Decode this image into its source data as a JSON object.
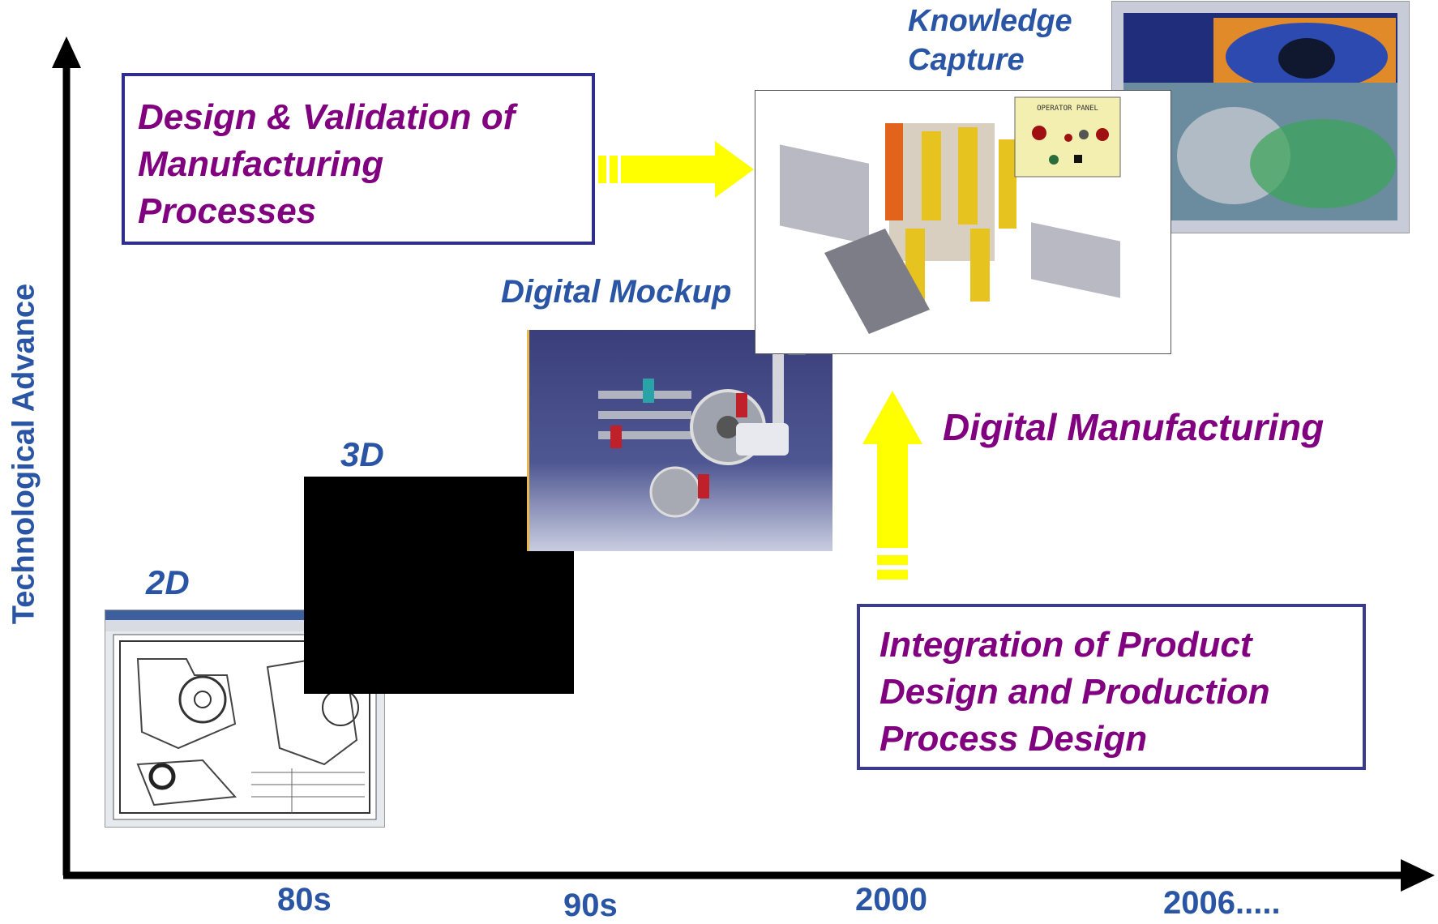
{
  "axes": {
    "y_label": "Technological  Advance",
    "x_ticks": [
      "80s",
      "90s",
      "2000",
      "2006....."
    ]
  },
  "stages": {
    "two_d": "2D",
    "three_d": "3D",
    "digital_mockup": "Digital Mockup",
    "knowledge_capture": [
      "Knowledge",
      "Capture"
    ]
  },
  "boxes": {
    "design_validation": [
      "Design & Validation of",
      "Manufacturing",
      "Processes"
    ],
    "integration": [
      "Integration of Product",
      "Design and Production",
      "Process Design"
    ]
  },
  "labels": {
    "digital_manufacturing": "Digital Manufacturing"
  },
  "screens": {
    "operator_panel_title": "OPERATOR PANEL"
  },
  "colors": {
    "axis": "#000000",
    "label_blue": "#2a55a5",
    "label_purple": "#800080",
    "box_border": "#2e2e8f",
    "arrow_yellow": "#ffff00"
  }
}
